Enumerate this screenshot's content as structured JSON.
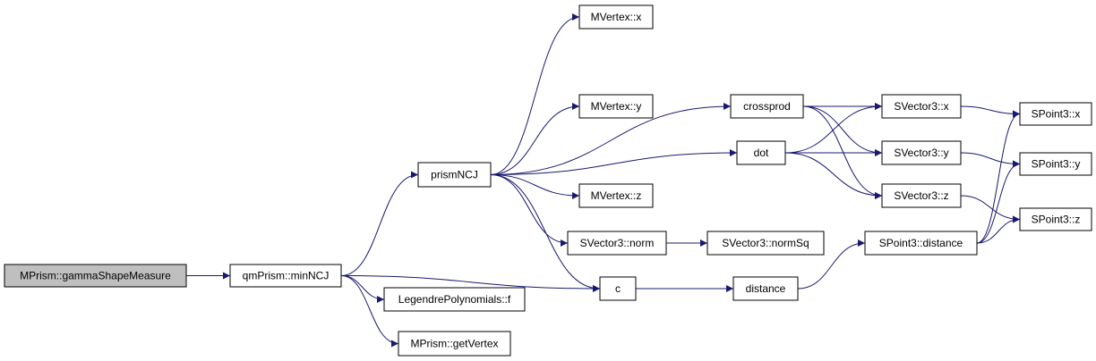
{
  "graph": {
    "edge_color": "#191970",
    "root_fill": "#bfbfbf",
    "nodes": [
      {
        "id": "n_gamma",
        "label": "MPrism::gammaShapeMeasure",
        "root": true
      },
      {
        "id": "n_minNCJ",
        "label": "qmPrism::minNCJ"
      },
      {
        "id": "n_prismNCJ",
        "label": "prismNCJ"
      },
      {
        "id": "n_c",
        "label": "c"
      },
      {
        "id": "n_legendre",
        "label": "LegendrePolynomials::f"
      },
      {
        "id": "n_getVertex",
        "label": "MPrism::getVertex"
      },
      {
        "id": "n_mvx",
        "label": "MVertex::x"
      },
      {
        "id": "n_mvy",
        "label": "MVertex::y"
      },
      {
        "id": "n_mvz",
        "label": "MVertex::z"
      },
      {
        "id": "n_norm",
        "label": "SVector3::norm"
      },
      {
        "id": "n_crossprod",
        "label": "crossprod"
      },
      {
        "id": "n_dot",
        "label": "dot"
      },
      {
        "id": "n_distance",
        "label": "distance"
      },
      {
        "id": "n_normSq",
        "label": "SVector3::normSq"
      },
      {
        "id": "n_sv3x",
        "label": "SVector3::x"
      },
      {
        "id": "n_sv3y",
        "label": "SVector3::y"
      },
      {
        "id": "n_sv3z",
        "label": "SVector3::z"
      },
      {
        "id": "n_sp3dist",
        "label": "SPoint3::distance"
      },
      {
        "id": "n_sp3x",
        "label": "SPoint3::x"
      },
      {
        "id": "n_sp3y",
        "label": "SPoint3::y"
      },
      {
        "id": "n_sp3z",
        "label": "SPoint3::z"
      }
    ],
    "edges": [
      {
        "from": "n_gamma",
        "to": "n_minNCJ"
      },
      {
        "from": "n_minNCJ",
        "to": "n_prismNCJ"
      },
      {
        "from": "n_minNCJ",
        "to": "n_c"
      },
      {
        "from": "n_minNCJ",
        "to": "n_legendre"
      },
      {
        "from": "n_minNCJ",
        "to": "n_getVertex"
      },
      {
        "from": "n_prismNCJ",
        "to": "n_mvx"
      },
      {
        "from": "n_prismNCJ",
        "to": "n_crossprod"
      },
      {
        "from": "n_prismNCJ",
        "to": "n_mvy"
      },
      {
        "from": "n_prismNCJ",
        "to": "n_dot"
      },
      {
        "from": "n_prismNCJ",
        "to": "n_mvz"
      },
      {
        "from": "n_prismNCJ",
        "to": "n_norm"
      },
      {
        "from": "n_prismNCJ",
        "to": "n_c"
      },
      {
        "from": "n_crossprod",
        "to": "n_sv3x"
      },
      {
        "from": "n_crossprod",
        "to": "n_sv3y"
      },
      {
        "from": "n_crossprod",
        "to": "n_sv3z"
      },
      {
        "from": "n_dot",
        "to": "n_sv3x"
      },
      {
        "from": "n_dot",
        "to": "n_sv3y"
      },
      {
        "from": "n_dot",
        "to": "n_sv3z"
      },
      {
        "from": "n_norm",
        "to": "n_normSq"
      },
      {
        "from": "n_c",
        "to": "n_distance"
      },
      {
        "from": "n_distance",
        "to": "n_sp3dist"
      },
      {
        "from": "n_sv3x",
        "to": "n_sp3x"
      },
      {
        "from": "n_sv3y",
        "to": "n_sp3y"
      },
      {
        "from": "n_sv3z",
        "to": "n_sp3z"
      },
      {
        "from": "n_sp3dist",
        "to": "n_sp3x"
      },
      {
        "from": "n_sp3dist",
        "to": "n_sp3y"
      },
      {
        "from": "n_sp3dist",
        "to": "n_sp3z"
      }
    ]
  }
}
